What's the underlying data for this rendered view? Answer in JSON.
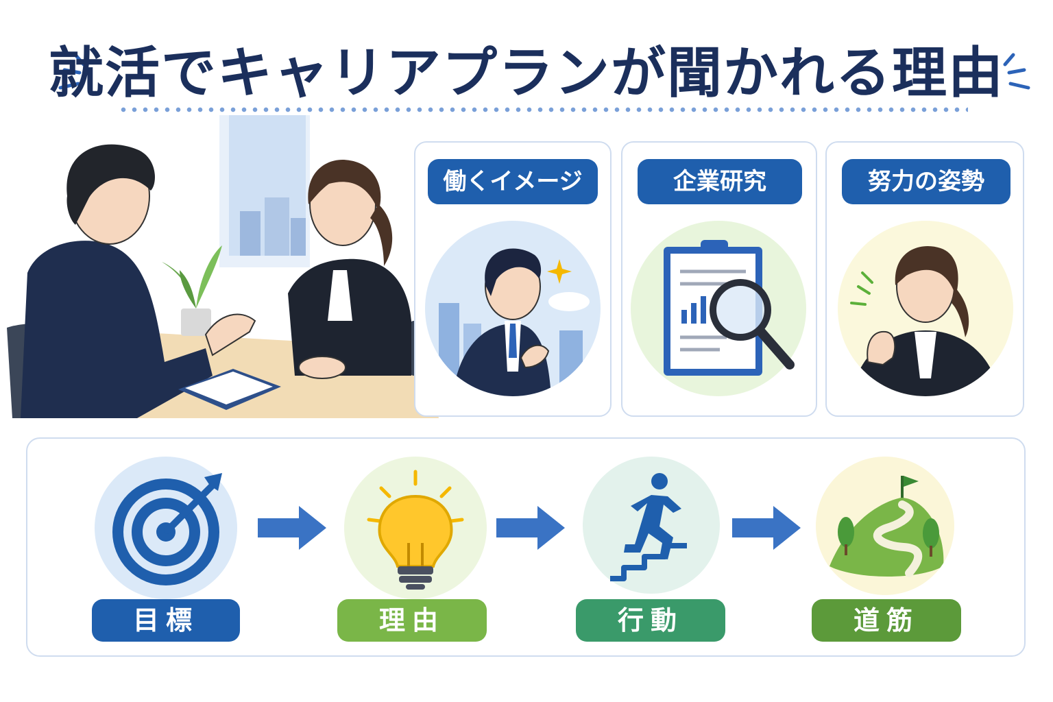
{
  "title": "就活でキャリアプランが聞かれる理由",
  "cards": [
    {
      "label": "働くイメージ",
      "icon": "businessman-looking-up-icon"
    },
    {
      "label": "企業研究",
      "icon": "clipboard-magnifier-icon"
    },
    {
      "label": "努力の姿勢",
      "icon": "determined-woman-icon"
    }
  ],
  "flow": [
    {
      "label": "目標",
      "icon": "target-icon",
      "color": "#1f5fad"
    },
    {
      "label": "理由",
      "icon": "lightbulb-icon",
      "color": "#7ab648"
    },
    {
      "label": "行動",
      "icon": "running-stairs-icon",
      "color": "#3a9a6a"
    },
    {
      "label": "道筋",
      "icon": "hill-path-flag-icon",
      "color": "#5c9a3a"
    }
  ],
  "colors": {
    "title": "#1b2f5c",
    "accent_blue": "#1f5fad",
    "card_border": "#cfdcef"
  }
}
